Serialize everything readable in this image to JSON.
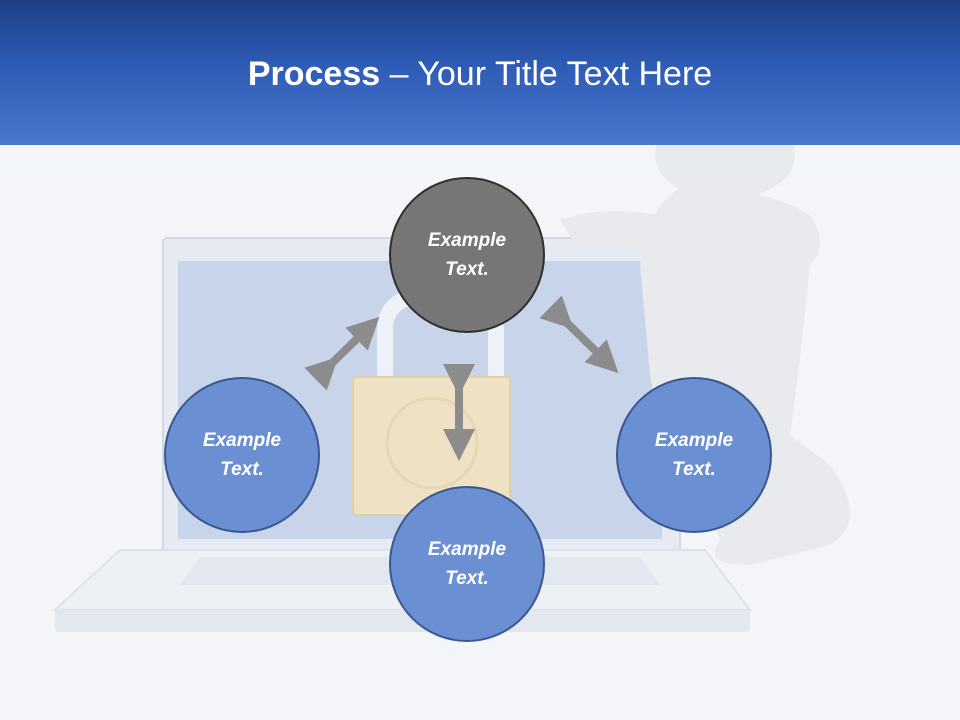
{
  "title": {
    "bold": "Process",
    "rest": " – Your Title Text Here"
  },
  "nodes": [
    {
      "id": "top",
      "text": "Example\nText.",
      "color": "#767676"
    },
    {
      "id": "left",
      "text": "Example\nText.",
      "color": "#6a8fd2"
    },
    {
      "id": "right",
      "text": "Example\nText.",
      "color": "#6a8fd2"
    },
    {
      "id": "bottom",
      "text": "Example\nText.",
      "color": "#6a8fd2"
    }
  ],
  "colors": {
    "header": "#2e5bb5",
    "arrow": "#8c8c8c"
  }
}
